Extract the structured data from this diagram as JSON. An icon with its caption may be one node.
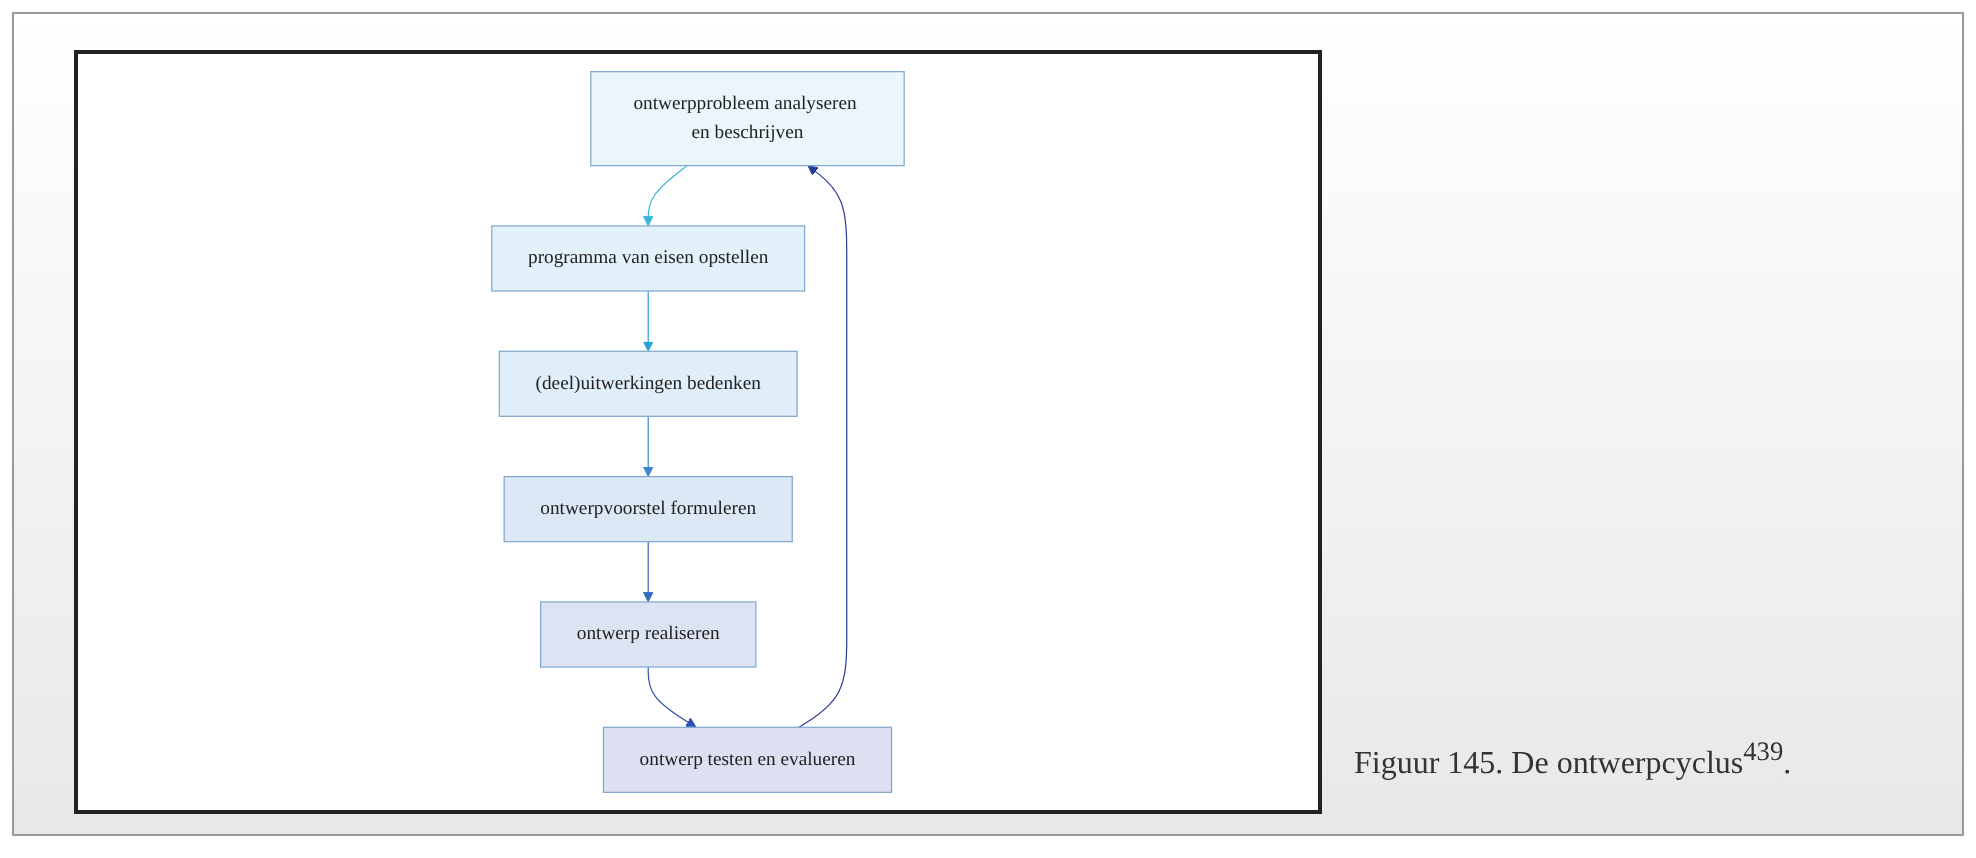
{
  "diagram": {
    "caption": "Figuur 145. De ontwerpcyclus$^{439}$.",
    "nodes": [
      {
        "text": [
          "ontwerpprobleem analyseren en beschrijven"
        ]
      },
      {
        "text": [
          "programma van eisen opstellen"
        ]
      },
      {
        "text": [
          "(deel)uitwerkingen bedenken"
        ]
      },
      {
        "text": [
          "ontwerpvoorstel formuleren"
        ]
      },
      {
        "text": [
          "ontwerp realiseren"
        ]
      },
      {
        "text": [
          "ontwerp testen en evalueren"
        ]
      }
    ],
    "edges": [
      {
        "from": 0,
        "to": 1,
        "arrow": "to",
        "color": "#3bb4d9"
      },
      {
        "from": 1,
        "to": 2,
        "arrow": "to",
        "color": "#2a9ed6"
      },
      {
        "from": 2,
        "to": 3,
        "arrow": "to",
        "color": "#3a86cc"
      },
      {
        "from": 3,
        "to": 4,
        "arrow": "to",
        "color": "#2f6bbd"
      },
      {
        "from": 4,
        "to": 5,
        "arrow": "to",
        "color": "#2c52ad"
      },
      {
        "from": 5,
        "to": 0,
        "arrow": "to",
        "color": "#2b3a98"
      }
    ]
  }
}
